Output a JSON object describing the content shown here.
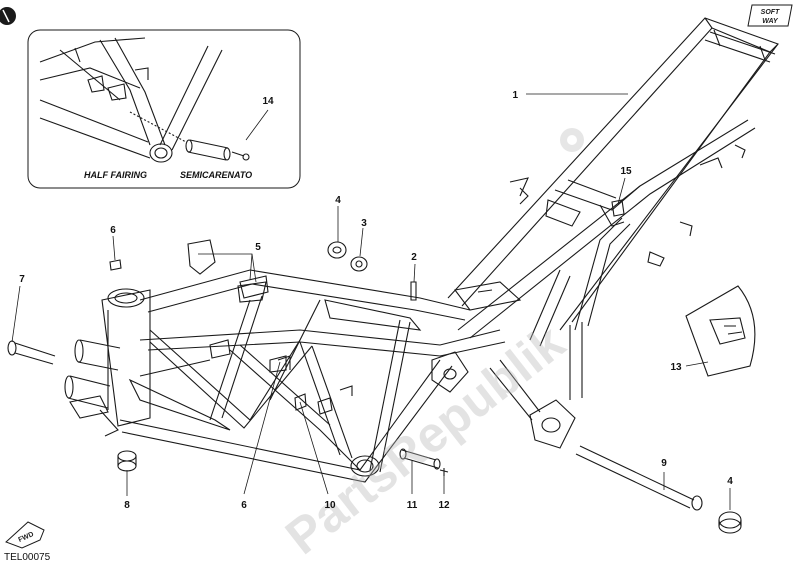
{
  "document_code": "TEL00075",
  "watermark_text": "PartsRepublik",
  "badges": {
    "top_right_line1": "SOFT",
    "top_right_line2": "WAY",
    "fwd": "FWD"
  },
  "inset": {
    "label_left": "HALF FAIRING",
    "label_right": "SEMICARENATO",
    "callout_14": "14"
  },
  "callouts": {
    "c1": "1",
    "c2": "2",
    "c3": "3",
    "c4a": "4",
    "c4b": "4",
    "c5": "5",
    "c6a": "6",
    "c6b": "6",
    "c7": "7",
    "c8": "8",
    "c9": "9",
    "c10": "10",
    "c11": "11",
    "c12": "12",
    "c13": "13",
    "c15": "15"
  },
  "colors": {
    "line": "#1a1a1a",
    "watermark": "#b8b8b8"
  }
}
